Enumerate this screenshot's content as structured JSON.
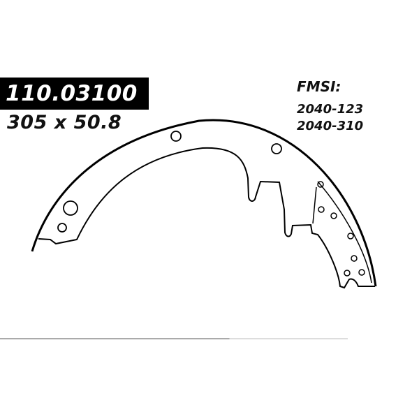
{
  "product": {
    "part_number": "110.03100",
    "dimensions": "305 x 50.8"
  },
  "fmsi": {
    "title": "FMSI:",
    "codes": [
      "2040-123",
      "2040-310"
    ]
  },
  "drawing": {
    "subject": "brake-shoe",
    "stroke_color": "#000000",
    "background_color": "#ffffff"
  }
}
